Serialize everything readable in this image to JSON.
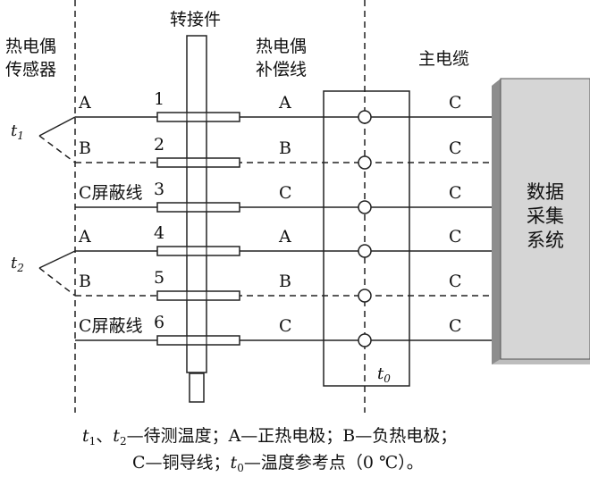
{
  "labels": {
    "sensor_l1": "热电偶",
    "sensor_l2": "传感器",
    "adapter": "转接件",
    "comp_l1": "热电偶",
    "comp_l2": "补偿线",
    "main_cable": "主电缆",
    "system_l1": "数据",
    "system_l2": "采集",
    "system_l3": "系统",
    "t1": "t",
    "t1_sub": "1",
    "t2": "t",
    "t2_sub": "2",
    "t0": "t",
    "t0_sub": "0"
  },
  "rows": [
    {
      "num": "1",
      "left": "A",
      "mid": "A",
      "right": "C"
    },
    {
      "num": "2",
      "left": "B",
      "mid": "B",
      "right": "C"
    },
    {
      "num": "3",
      "left": "C屏蔽线",
      "mid": "C",
      "right": "C"
    },
    {
      "num": "4",
      "left": "A",
      "mid": "A",
      "right": "C"
    },
    {
      "num": "5",
      "left": "B",
      "mid": "B",
      "right": "C"
    },
    {
      "num": "6",
      "left": "C屏蔽线",
      "mid": "C",
      "right": "C"
    }
  ],
  "caption": {
    "l1_t1": "t",
    "l1_t1_sub": "1",
    "l1_sep": "、",
    "l1_t2": "t",
    "l1_t2_sub": "2",
    "l1_rest": "—待测温度；A—正热电极；B—负热电极；",
    "l2_a": "C—铜导线；",
    "l2_t0": "t",
    "l2_t0_sub": "0",
    "l2_rest": "—温度参考点（0 ℃）。"
  }
}
